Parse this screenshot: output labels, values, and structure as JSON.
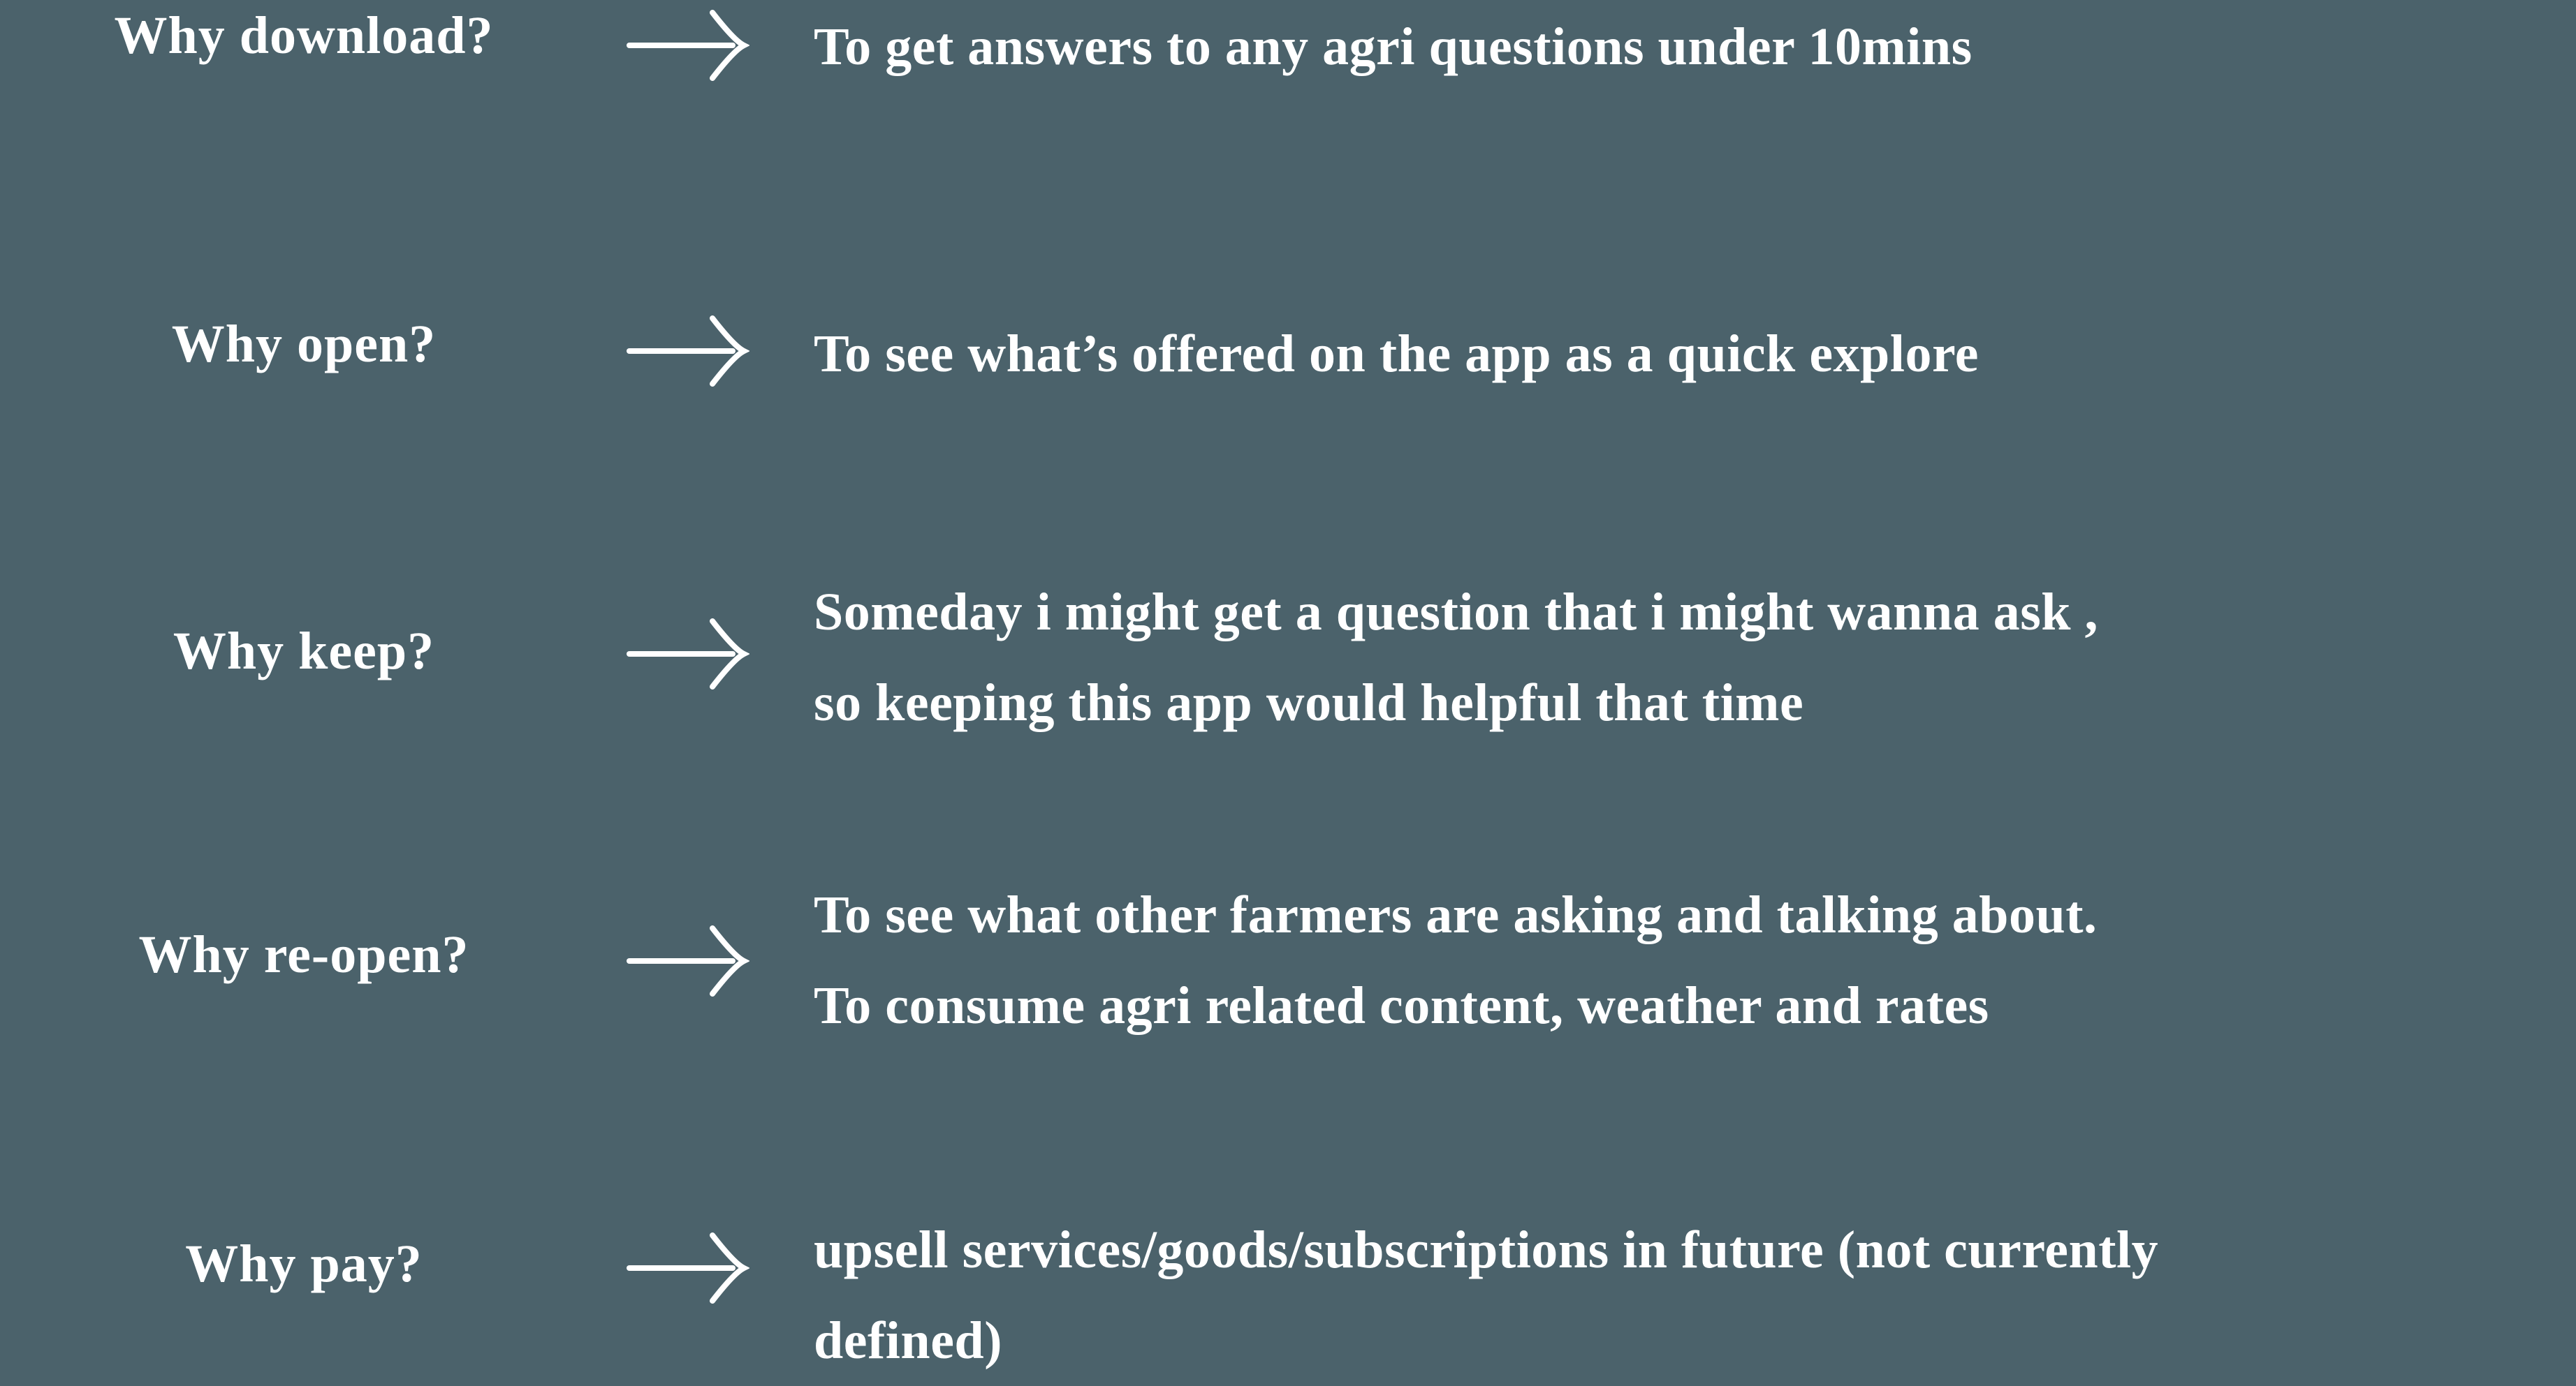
{
  "page": {
    "background_color": "#4b626b",
    "text_color": "#ffffff"
  },
  "rows": [
    {
      "question": "Why download?",
      "answers": [
        "To get answers to any agri questions under 10mins"
      ]
    },
    {
      "question": "Why open?",
      "answers": [
        "To see what’s offered on the app as a quick explore"
      ]
    },
    {
      "question": "Why keep?",
      "answers": [
        "Someday i might get a question that i might wanna ask ,",
        "so keeping this app would helpful that time"
      ]
    },
    {
      "question": "Why re-open?",
      "answers": [
        "To see what other farmers are asking and talking about.",
        "To consume agri related content, weather and rates"
      ]
    },
    {
      "question": "Why pay?",
      "answers": [
        "upsell services/goods/subscriptions in future (not currently",
        "defined)"
      ]
    }
  ]
}
